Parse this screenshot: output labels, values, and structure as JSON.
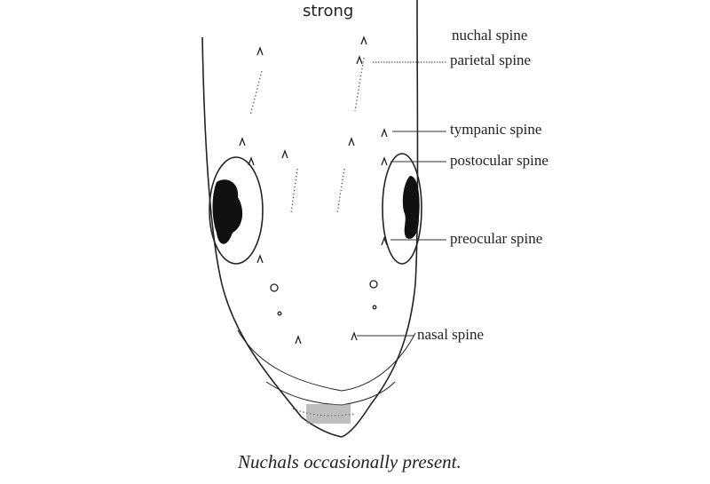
{
  "title": "strong",
  "labels": {
    "nuchal": "nuchal spine",
    "parietal": "parietal spine",
    "tympanic": "tympanic spine",
    "postocular": "postocular spine",
    "preocular": "preocular spine",
    "nasal": "nasal spine"
  },
  "caption": "Nuchals occasionally present."
}
